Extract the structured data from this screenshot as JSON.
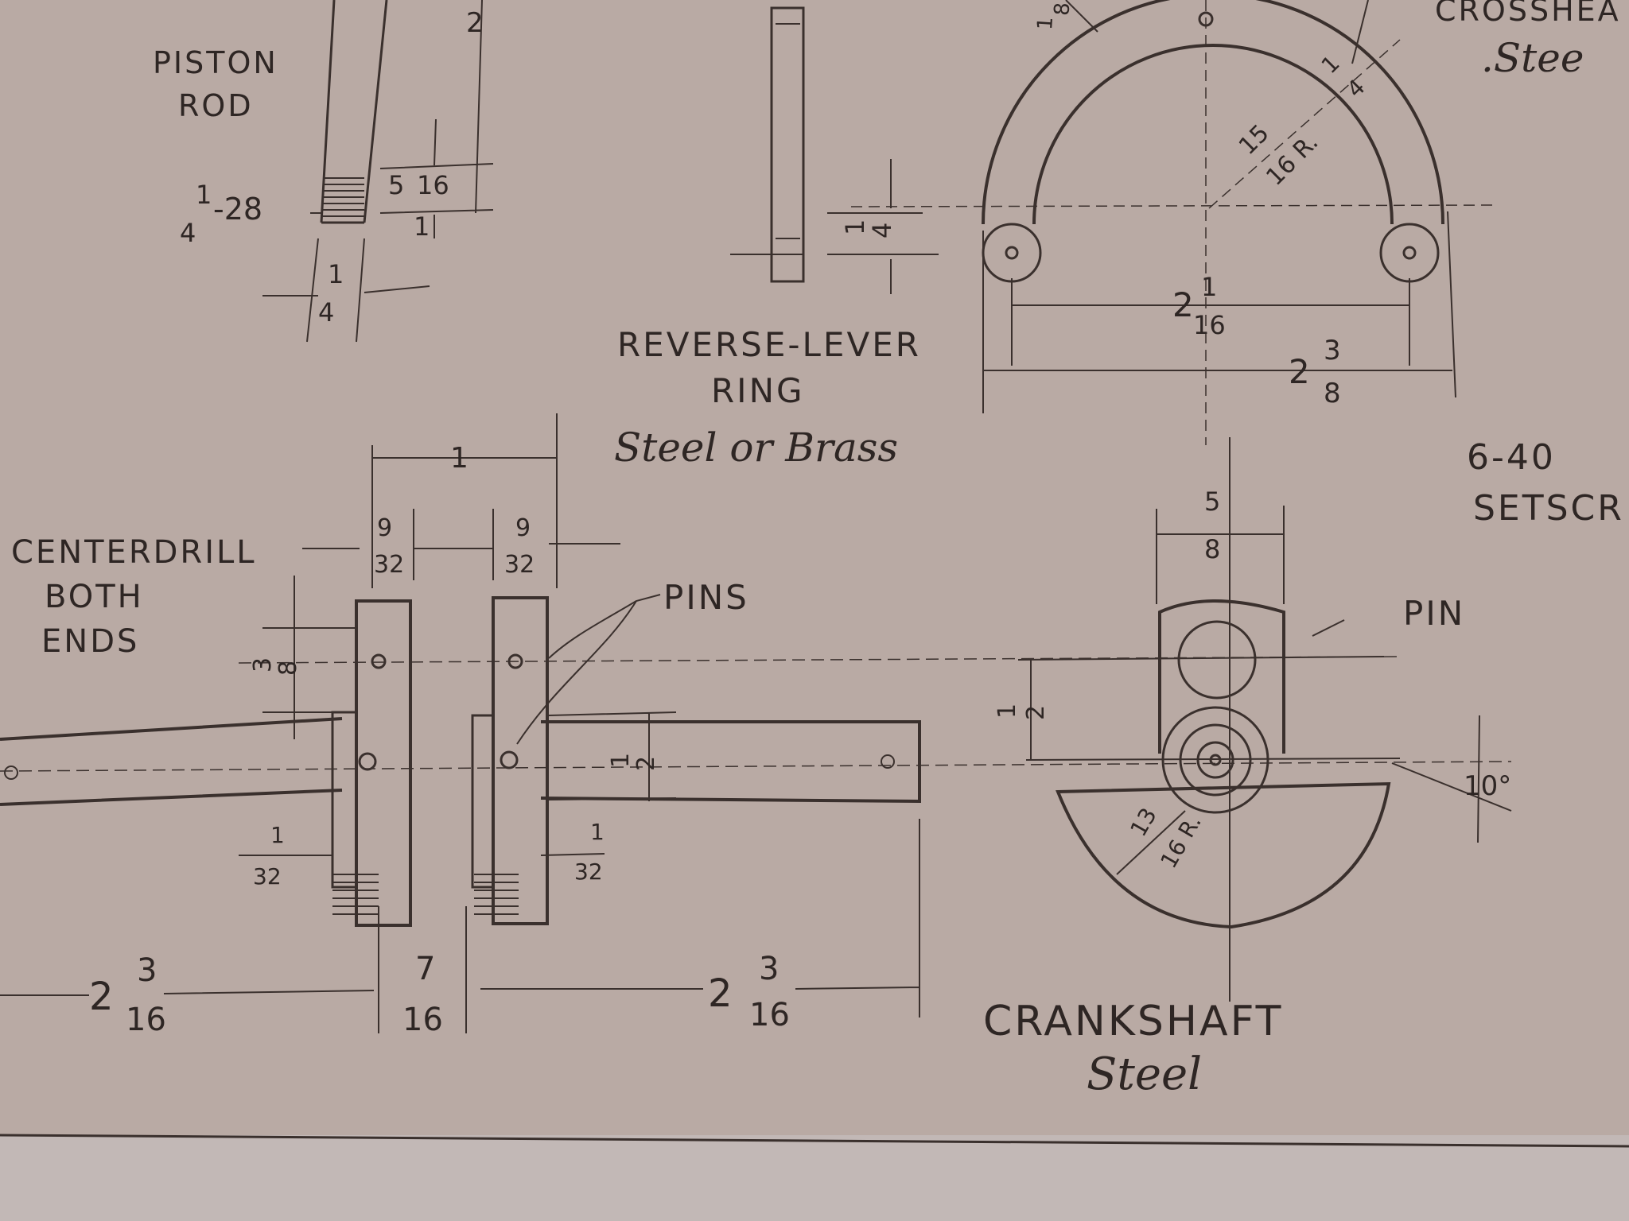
{
  "colors": {
    "paper": "#b9aaa4",
    "ink": "#3a302d",
    "desk": "#c2b8b6"
  },
  "piston_rod": {
    "title_line1": "PISTON",
    "title_line2": "ROD",
    "thread_num": "1",
    "thread_den": "4",
    "thread_pitch": "-28",
    "len_num": "5",
    "len_den": "16",
    "len_num_b": "1",
    "dia_num": "1",
    "dia_den": "4",
    "top_dim": "2"
  },
  "reverse_lever_ring": {
    "title_line1": "REVERSE-LEVER",
    "title_line2": "RING",
    "material": "Steel or Brass",
    "thick_num": "1",
    "thick_den": "4",
    "top_num": "1",
    "top_den": "8",
    "radius_num": "15",
    "radius_den": "16 R.",
    "band_num": "1",
    "band_den": "4",
    "inner_whole": "2",
    "inner_num": "1",
    "inner_den": "16",
    "outer_whole": "2",
    "outer_num": "3",
    "outer_den": "8"
  },
  "crosshead": {
    "title": "CROSSHEA",
    "material": ".Stee"
  },
  "setscrew": {
    "size": "6-40",
    "label": "SETSCR"
  },
  "crankshaft": {
    "title": "CRANKSHAFT",
    "material": "Steel",
    "centerdrill_line1": "CENTERDRILL",
    "centerdrill_line2": "BOTH",
    "centerdrill_line3": "ENDS",
    "pins_label": "PINS",
    "pin_label": "PIN",
    "web_spacing": "1",
    "web_thick_num": "9",
    "web_thick_den": "32",
    "web_thick2_num": "9",
    "web_thick2_den": "32",
    "throw_num": "3",
    "throw_den": "8",
    "shaft_dia_num": "1",
    "shaft_dia_den": "2",
    "washer_num": "1",
    "washer_den": "32",
    "washer2_num": "1",
    "washer2_den": "32",
    "left_whole": "2",
    "left_num": "3",
    "left_den": "16",
    "mid_num": "7",
    "mid_den": "16",
    "right_whole": "2",
    "right_num": "3",
    "right_den": "16",
    "end_width_num": "5",
    "end_width_den": "8",
    "end_offset_num": "1",
    "end_offset_den": "2",
    "counter_radius_num": "13",
    "counter_radius_den": "16 R.",
    "angle": "10°"
  }
}
